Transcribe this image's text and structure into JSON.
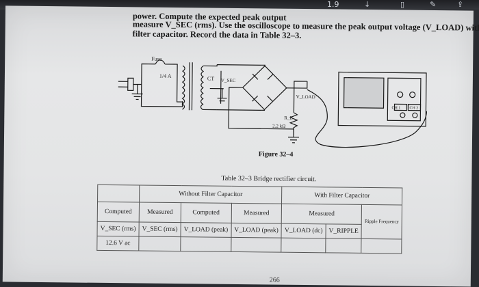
{
  "status_bar": {
    "battery": "1.9"
  },
  "intro": {
    "line1": "power. Compute the expected peak output",
    "line2": "measure V_SEC (rms). Use the oscilloscope to measure the peak output voltage (V_LOAD) without a",
    "line3": "filter capacitor. Record the data in Table 32–3."
  },
  "figure": {
    "fuse_label": "Fuse",
    "fuse_rating": "1/4 A",
    "ct_label": "CT",
    "vsec_label": "V_SEC",
    "vload_label": "V_LOAD",
    "rl_label": "R_L",
    "rl_value": "2.2 kΩ",
    "scope_ch1": "CH 1",
    "scope_ch2": "CH 2",
    "caption": "Figure 32–4"
  },
  "table": {
    "title": "Table 32–3  Bridge rectifier circuit.",
    "group_without": "Without Filter Capacitor",
    "group_with": "With Filter Capacitor",
    "col_computed": "Computed",
    "col_measured": "Measured",
    "col_computed2": "Computed",
    "col_measured2": "Measured",
    "col_measured3": "Measured",
    "col_ripple": "Ripple Frequency",
    "sub_vsec_rms": "V_SEC (rms)",
    "sub_vsec_rms_meas": "V_SEC (rms)",
    "sub_vload_peak": "V_LOAD (peak)",
    "sub_vload_peak_meas": "V_LOAD (peak)",
    "sub_vload_dc": "V_LOAD (dc)",
    "sub_vripple": "V_RIPPLE",
    "value_vsec": "12.6 V ac"
  },
  "page_number": "266"
}
